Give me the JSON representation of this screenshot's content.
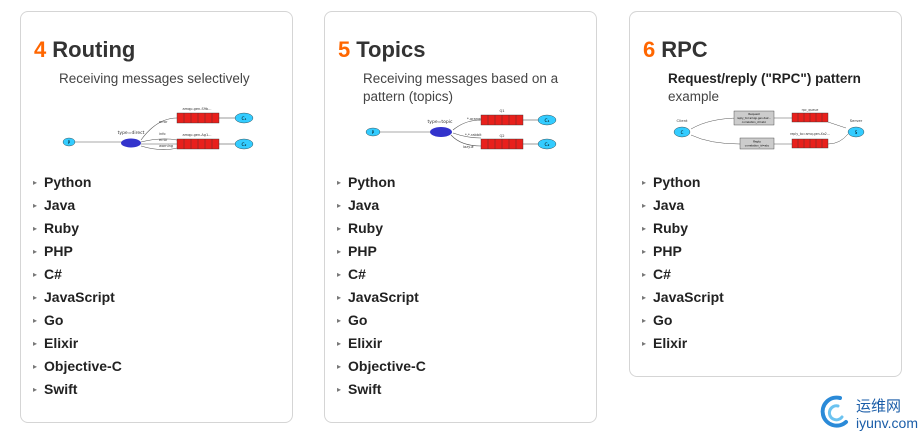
{
  "cards": [
    {
      "number": "4",
      "title": "Routing",
      "description": "Receiving messages selectively",
      "diagram": {
        "producer": "P",
        "exchange_label": "type=direct",
        "bindings": [
          "error",
          "info",
          "error",
          "warning"
        ],
        "queues": [
          "amqp.gen-S9b...",
          "amqp.gen-Ag1..."
        ],
        "consumers": [
          "C₁",
          "C₂"
        ]
      },
      "languages": [
        "Python",
        "Java",
        "Ruby",
        "PHP",
        "C#",
        "JavaScript",
        "Go",
        "Elixir",
        "Objective-C",
        "Swift"
      ]
    },
    {
      "number": "5",
      "title": "Topics",
      "description": "Receiving messages based on a pattern (topics)",
      "diagram": {
        "producer": "P",
        "exchange_label": "type=topic",
        "bindings": [
          "*.orange.*",
          "*.*.rabbit",
          "lazy.#"
        ],
        "queues": [
          "Q1",
          "Q2"
        ],
        "consumers": [
          "C₁",
          "C₂"
        ]
      },
      "languages": [
        "Python",
        "Java",
        "Ruby",
        "PHP",
        "C#",
        "JavaScript",
        "Go",
        "Elixir",
        "Objective-C",
        "Swift"
      ]
    },
    {
      "number": "6",
      "title": "RPC",
      "description_bold": "Request/reply (\"RPC\") pattern",
      "description_rest": " example",
      "diagram": {
        "client": "Client",
        "server": "Server",
        "client_short": "C",
        "server_short": "S",
        "rpc_queue": "rpc_queue",
        "reply_queue": "reply_to=amq.gen-Xa2...",
        "request_line1": "Request",
        "request_line2": "reply_to=amqp.gen-Xa2...",
        "request_line3": "correlation_id=abc",
        "reply_line1": "Reply",
        "reply_line2": "correlation_id=abc"
      },
      "languages": [
        "Python",
        "Java",
        "Ruby",
        "PHP",
        "C#",
        "JavaScript",
        "Go",
        "Elixir"
      ]
    }
  ],
  "watermark": {
    "chinese": "运维网",
    "domain": "iyunv.com"
  },
  "colors": {
    "accent": "#ff6600",
    "queue_red": "#e8201c",
    "node_cyan": "#33ccff",
    "exchange_blue": "#3333cc"
  }
}
